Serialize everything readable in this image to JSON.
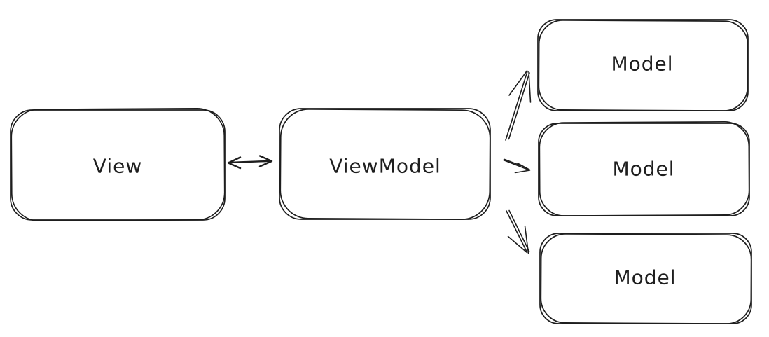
{
  "colors": {
    "stroke": "#1e1e1e",
    "background": "#ffffff"
  },
  "nodes": [
    {
      "id": "view",
      "label": "View"
    },
    {
      "id": "viewmodel",
      "label": "ViewModel"
    },
    {
      "id": "model-1",
      "label": "Model"
    },
    {
      "id": "model-2",
      "label": "Model"
    },
    {
      "id": "model-3",
      "label": "Model"
    }
  ],
  "edges": [
    {
      "from": "view",
      "to": "viewmodel",
      "direction": "bidirectional"
    },
    {
      "from": "viewmodel",
      "to": "model-1",
      "direction": "unidirectional"
    },
    {
      "from": "viewmodel",
      "to": "model-2",
      "direction": "unidirectional"
    },
    {
      "from": "viewmodel",
      "to": "model-3",
      "direction": "unidirectional"
    }
  ]
}
